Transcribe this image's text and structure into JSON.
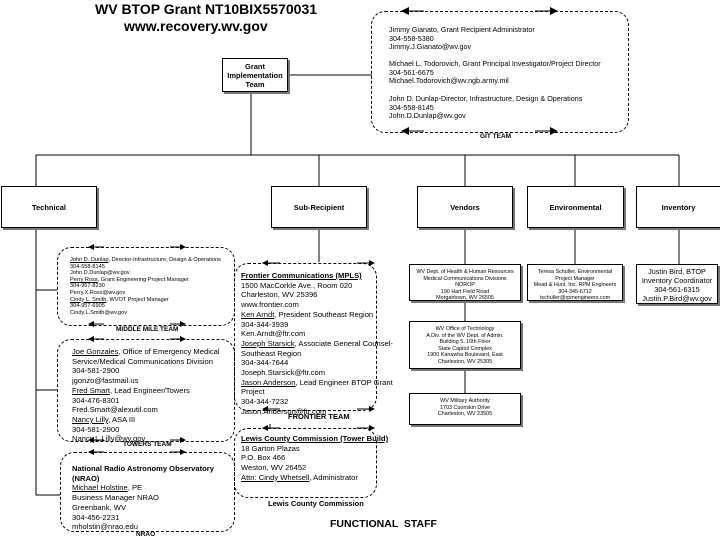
{
  "title": {
    "line1": "WV BTOP Grant NT10BIX5570031",
    "line2": "www.recovery.wv.gov"
  },
  "grant_team": {
    "label_line1": "Grant",
    "label_line2": "Implementation",
    "label_line3": "Team"
  },
  "git_team": {
    "caption": "GIT TEAM",
    "contacts": [
      {
        "line1": "Jimmy Gianato, Grant Recipient Administrator",
        "line2": "304-558-5380",
        "line3": "Jimmy.J.Gianato@wv.gov"
      },
      {
        "line1": "Michael L. Todorovich, Grant Principal Investigator/Project Director",
        "line2": "304-561-6675",
        "line3": "Michael.Todorovich@wv.ngb.army.mil"
      },
      {
        "line1": "John D. Dunlap-Director, Infrastructure, Design & Operations",
        "line2": "304-558-8145",
        "line3": "John.D.Dunlap@wv.gov"
      }
    ]
  },
  "categories": [
    "Technical",
    "Sub-Recipient",
    "Vendors",
    "Environmental",
    "Inventory"
  ],
  "middle_mile": {
    "caption": "MIDDLE MILE TEAM",
    "lines": [
      {
        "name": "John D. Dunlap",
        "rest": ", Director-Infrastructure, Design & Operations"
      },
      {
        "plain": "304-558-8145"
      },
      {
        "plain": "John.D.Dunlap@wv.gov"
      },
      {
        "name": "Perry Ross",
        "rest": ", Grant Engineering Project Manager"
      },
      {
        "plain": "304-957-8230"
      },
      {
        "plain": "Perry.X.Ross@wv.gov"
      },
      {
        "name": "Cindy L. Smith",
        "rest": ", WVOT Project Manager"
      },
      {
        "plain": " 304-957-6905"
      },
      {
        "plain": "Cindy.L.Smith@wv.gov"
      }
    ]
  },
  "towers": {
    "caption": "TOWERS TEAM",
    "lines": [
      {
        "name": "Joe Gonzales",
        "rest": ", Office of Emergency Medical"
      },
      {
        "plain": "Service/Medical Communications Division"
      },
      {
        "plain": "304-581-2900"
      },
      {
        "plain": "jgonzo@fastmail.us"
      },
      {
        "name": "Fred Smart",
        "rest": ", Lead Engineer/Towers"
      },
      {
        "plain": "304-476-8301"
      },
      {
        "plain": "Fred.Smart@alexutil.com"
      },
      {
        "name": "Nancy Lilly",
        "rest": ", ASA III"
      },
      {
        "plain": "304-581-2900"
      },
      {
        "plain": "Nancy.L.Lilly@wv.gov"
      }
    ]
  },
  "nrao": {
    "caption": "NRAO",
    "title_line1": "National Radio Astronomy Observatory",
    "title_line2": "(NRAO)",
    "lines": [
      {
        "name": "Michael Holstine",
        "rest": ", PE"
      },
      {
        "plain": "Business Manager NRAO"
      },
      {
        "plain": "Greenbank, WV"
      },
      {
        "plain": "304-456-2231"
      },
      {
        "plain": "mholstin@nrao.edu"
      }
    ]
  },
  "frontier": {
    "caption": "FRONTIER TEAM",
    "title": "Frontier Communications (MPLS)",
    "lines": [
      {
        "plain": "1500 MacCorkle Ave., Room 020"
      },
      {
        "plain": "Charleston, WV 25396"
      },
      {
        "plain": "www.frontier.com"
      },
      {
        "name": "Ken Arndt",
        "rest": ", President Southeast Region"
      },
      {
        "plain": "304-344-3939"
      },
      {
        "plain": "Ken.Arndt@ftr.com"
      },
      {
        "name": "Joseph Starsick",
        "rest": ", Associate General Counsel-"
      },
      {
        "plain": "Southeast Region"
      },
      {
        "plain": "304-344-7644"
      },
      {
        "plain": "Joseph.Starsick@ftr.com"
      },
      {
        "name": "Jason Anderson",
        "rest": ", Lead Engineer BTOP Grant"
      },
      {
        "plain": "Project"
      },
      {
        "plain": "304-344-7232"
      },
      {
        "plain": "Jason.Anderson@ftr.com"
      }
    ]
  },
  "lewis": {
    "caption": "Lewis County Commission",
    "title": "Lewis County Commission (Tower Build)",
    "lines": [
      {
        "plain": "18 Garton Plazas"
      },
      {
        "plain": "P.O. Box 466"
      },
      {
        "plain": "Weston, WV 26452"
      },
      {
        "name": "Attn: Cindy Whetsell",
        "rest": ", Administrator"
      }
    ]
  },
  "vendors": [
    {
      "lines": [
        "WV Dept. of Health & Human Resources",
        "Medical Communications Divisions",
        "NOROP",
        "190 Hart Field Road",
        "Morgantown, WV 26505"
      ]
    },
    {
      "lines": [
        "WV Office of Technology",
        "A Div. of the WV Dept. of Admin.",
        "Building 5, 10th Floor",
        "State Capitol Complex",
        "1900 Kanawha Boulevard, East",
        "Charleston, WV 25305"
      ]
    },
    {
      "lines": [
        "WV Military Authority",
        "1703 Coonskin Drive",
        "Charleston, WV 23505"
      ]
    }
  ],
  "environmental": {
    "lines": [
      "Teresa Schuller, Environmental",
      "Project Manager",
      "Mead & Hunt, Inc. RPM Engineers",
      "304-345-6712",
      "tschuller@rpmengineers.com"
    ]
  },
  "inventory": {
    "lines": [
      "Justin Bird, BTOP",
      "Inventory Coordinator",
      "304-561-6315",
      "Justin.P.Bird@wv.gov"
    ]
  },
  "footer": "FUNCTIONAL  STAFF"
}
